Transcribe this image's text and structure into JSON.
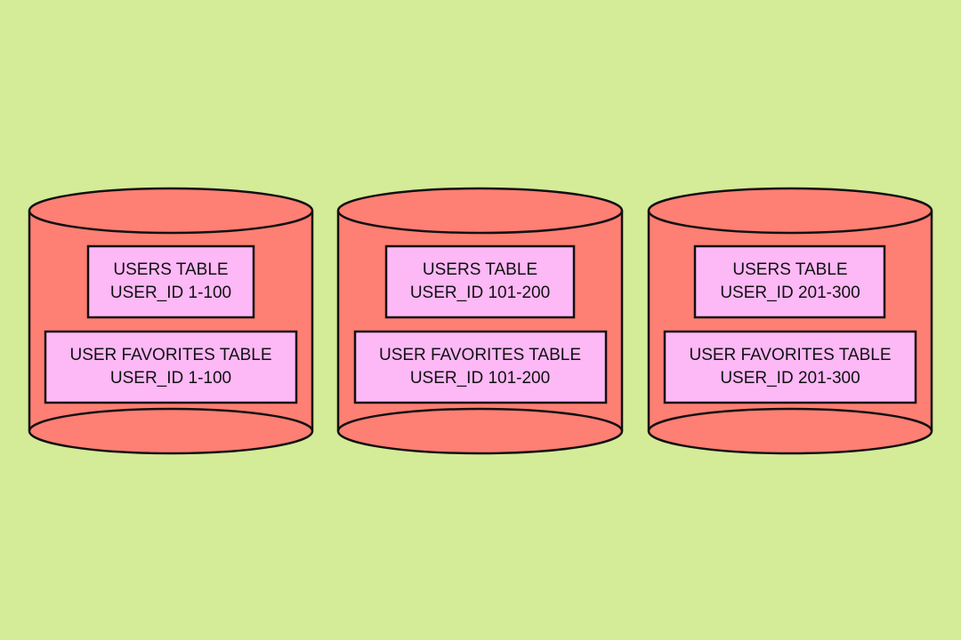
{
  "palette": {
    "background": "#d4eb98",
    "cylinder": "#fe7f74",
    "table_box": "#fdb8f6",
    "outline": "#111111"
  },
  "databases": [
    {
      "users_table": {
        "title": "USERS TABLE",
        "range": "USER_ID 1-100"
      },
      "favorites_table": {
        "title": "USER FAVORITES TABLE",
        "range": "USER_ID 1-100"
      }
    },
    {
      "users_table": {
        "title": "USERS TABLE",
        "range": "USER_ID 101-200"
      },
      "favorites_table": {
        "title": "USER FAVORITES TABLE",
        "range": "USER_ID 101-200"
      }
    },
    {
      "users_table": {
        "title": "USERS TABLE",
        "range": "USER_ID 201-300"
      },
      "favorites_table": {
        "title": "USER FAVORITES TABLE",
        "range": "USER_ID 201-300"
      }
    }
  ]
}
